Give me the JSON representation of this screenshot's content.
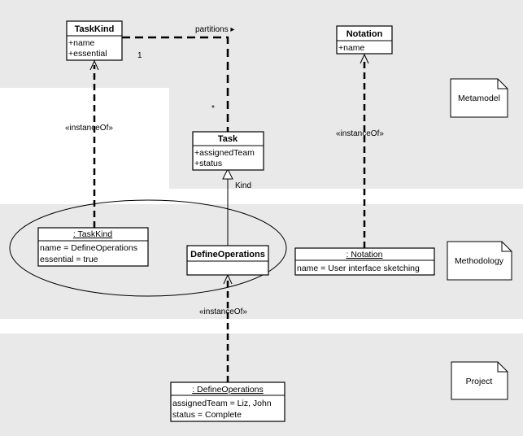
{
  "layers": {
    "metamodel": "Metamodel",
    "methodology": "Methodology",
    "project": "Project"
  },
  "classes": {
    "taskkind": {
      "title": "TaskKind",
      "attrs": [
        "+name",
        "+essential"
      ]
    },
    "notation": {
      "title": "Notation",
      "attrs": [
        "+name"
      ]
    },
    "task": {
      "title": "Task",
      "attrs": [
        "+assignedTeam",
        "+status"
      ]
    },
    "defineops": {
      "title": "DefineOperations",
      "attrs": []
    }
  },
  "instances": {
    "taskkind": {
      "title": ": TaskKind",
      "attrs": [
        "name = DefineOperations",
        "essential = true"
      ]
    },
    "notation": {
      "title": ": Notation",
      "attrs": [
        "name = User interface sketching"
      ]
    },
    "defineops": {
      "title": ": DefineOperations",
      "attrs": [
        "assignedTeam = Liz, John",
        "status = Complete"
      ]
    }
  },
  "associations": {
    "partitions_label": "partitions ▸",
    "mult_taskkind": "1",
    "mult_task": "*"
  },
  "relations": {
    "instanceof_1": "«instanceOf»",
    "instanceof_2": "«instanceOf»",
    "instanceof_3": "«instanceOf»",
    "kind_label": "Kind"
  },
  "colors": {
    "band": "#e9e9e9",
    "line": "#000000",
    "box": "#ffffff"
  }
}
